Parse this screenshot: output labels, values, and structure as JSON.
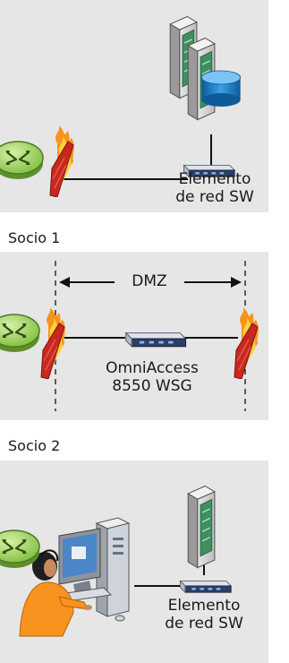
{
  "panel1": {
    "label_line1": "Elemento",
    "label_line2": "de red SW"
  },
  "section1": {
    "title": "Socio 1"
  },
  "panel2": {
    "dmz_label": "DMZ",
    "label_line1": "OmniAccess",
    "label_line2": "8550 WSG"
  },
  "section2": {
    "title": "Socio 2"
  },
  "panel3": {
    "label_line1": "Elemento",
    "label_line2": "de red SW"
  },
  "colors": {
    "panel_bg": "#e6e6e6",
    "router_green": "#a9d86e",
    "firewall_red": "#c8281e",
    "flame_orange": "#f7931e",
    "database_blue": "#1f7bc1",
    "server_green": "#3f8f5f"
  },
  "icons": [
    "router-icon",
    "firewall-icon",
    "server-icon",
    "database-icon",
    "network-switch-icon",
    "workstation-user-icon"
  ]
}
